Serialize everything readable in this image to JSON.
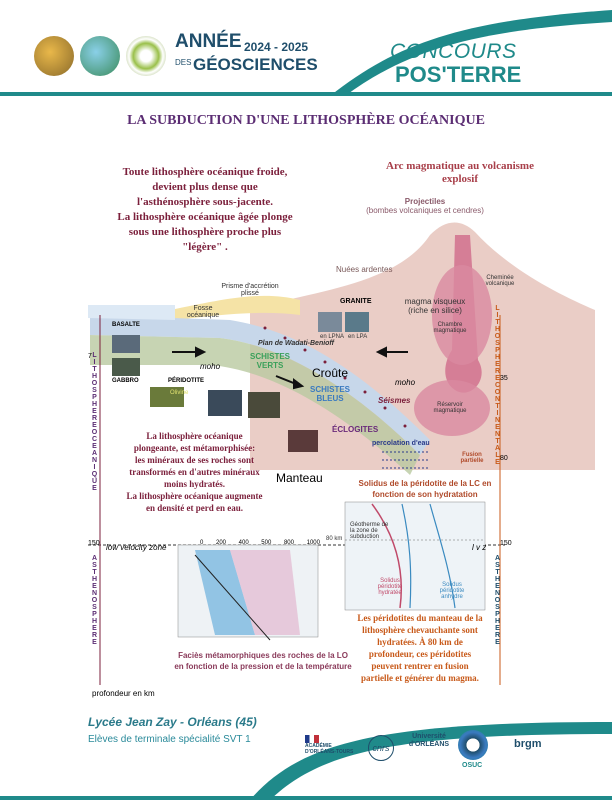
{
  "header": {
    "annee": "ANNÉE",
    "des": "DES",
    "geosciences": "GÉOSCIENCES",
    "years": "2024 - 2025",
    "concours": "CONCOURS",
    "posterre": "POS'TERRE"
  },
  "poster_title": "LA SUBDUCTION D'UNE LITHOSPHÈRE OCÉANIQUE",
  "intro_lines": [
    "Toute lithosphère océanique froide,",
    "devient plus dense que",
    "l'asthénosphère sous-jacente.",
    "La lithosphère océanique âgée plonge",
    "sous une lithosphère proche plus",
    "\"légère\" ."
  ],
  "arc_title": "Arc magmatique au volcanisme explosif",
  "projectiles": "Projectiles",
  "projectiles_sub": "(bombes volcaniques et cendres)",
  "nuees": "Nuées ardentes",
  "cheminee": "Cheminée volcanique",
  "magma_visqueux": "magma visqueux (riche en silice)",
  "chambre": "Chambre magmatique",
  "reservoir": "Réservoir magmatique",
  "fusion": "Fusion partielle",
  "granite": "GRANITE",
  "en_lpna": "en LPNA",
  "en_lpa": "en LPA",
  "prisme": "Prisme d'accrétion plissé",
  "fosse": "Fosse océanique",
  "basalte": "BASALTE",
  "gabbro": "GABBRO",
  "peridotite": "PÉRIDOTITE",
  "olivine": "Olivine",
  "moho_left": "moho",
  "moho_right": "moho",
  "schistes_verts": "SCHISTES VERTS",
  "schistes_bleus": "SCHISTES BLEUS",
  "eclogites": "ÉCLOGITES",
  "croute": "Croûte",
  "manteau": "Manteau",
  "seismes": "Séismes",
  "percolation": "percolation d'eau",
  "wadati": "Plan de Wadati-Benioff",
  "depth_7": "7",
  "depth_35": "35",
  "depth_80": "80",
  "depth_150_left": "150",
  "depth_150_right": "150",
  "low_velocity": "low velocity zone",
  "lvz": "l v z",
  "profondeur": "profondeur en km",
  "lith_oceanique": "LITHOSPHEREOCEANIQUE",
  "lith_continentale": "LITHOSPHERECONTINENTALE",
  "astheno_left": "ASTHENOSPHERE",
  "astheno_right": "ASTHENOSPHERE",
  "metamorph_lines": [
    "La lithosphère océanique",
    "plongeante, est métamorphisée:",
    "les minéraux de ses roches sont",
    "transformés en d'autres minéraux",
    "moins hydratés.",
    "La lithosphère océanique augmente",
    "en densité et perd en eau."
  ],
  "solidus_title": "Solidus de la péridotite de la LC en fonction de son hydratation",
  "solidus_80": "80 km",
  "solidus_hydrate": "Solidus péridotite hydratée",
  "solidus_anhydre": "Solidus péridotite anhydre",
  "geotherme": "Géotherme de la zone de subduction",
  "graph_ticks": [
    "0",
    "200",
    "400",
    "500",
    "800",
    "1000"
  ],
  "peridotites_lines": [
    "Les péridotites du manteau de la",
    "lithosphère chevauchante sont",
    "hydratées. À 80 km de",
    "profondeur, ces péridotites",
    "peuvent rentrer en fusion",
    "partielle et générer du magma."
  ],
  "facies_lines": [
    "Faciès métamorphiques des roches de la LO",
    "en fonction de la pression et de la température"
  ],
  "footer": {
    "lycee": "Lycée Jean Zay - Orléans  (45)",
    "eleves": "Elèves de terminale spécialité SVT 1",
    "academie": "ACADÉMIE D'ORLÉANS-TOURS",
    "cnrs": "cnrs",
    "universite": "Université d'ORLÉANS",
    "osuc": "OSUC",
    "brgm": "brgm"
  },
  "colors": {
    "teal": "#1f8a8a",
    "navy": "#1f4e6b",
    "purple": "#5b2d73",
    "wine": "#7b1f3b",
    "orange": "#c85a1a"
  }
}
